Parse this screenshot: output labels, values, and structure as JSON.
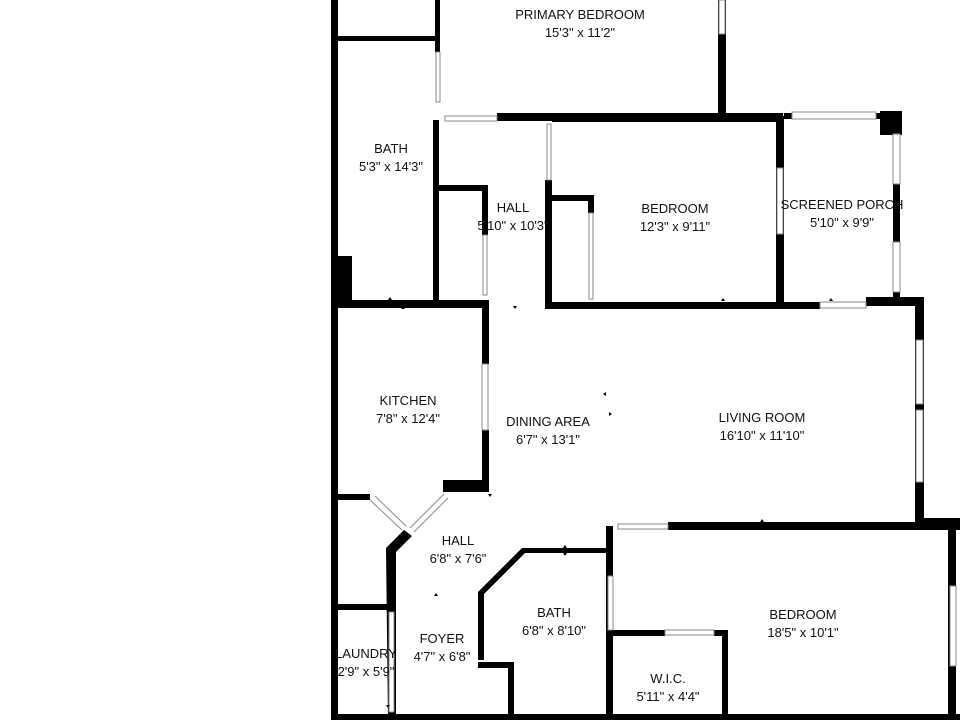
{
  "rooms": {
    "primary_bedroom": {
      "name": "PRIMARY BEDROOM",
      "dims": "15'3\" x 11'2\""
    },
    "bath_1": {
      "name": "BATH",
      "dims": "5'3\" x 14'3\""
    },
    "hall_1": {
      "name": "HALL",
      "dims": "5'10\" x 10'3\""
    },
    "bedroom_1": {
      "name": "BEDROOM",
      "dims": "12'3\" x 9'11\""
    },
    "screened_porch": {
      "name": "SCREENED PORCH",
      "dims": "5'10\" x 9'9\""
    },
    "kitchen": {
      "name": "KITCHEN",
      "dims": "7'8\" x 12'4\""
    },
    "dining_area": {
      "name": "DINING AREA",
      "dims": "6'7\" x 13'1\""
    },
    "living_room": {
      "name": "LIVING ROOM",
      "dims": "16'10\" x 11'10\""
    },
    "hall_2": {
      "name": "HALL",
      "dims": "6'8\" x 7'6\""
    },
    "bath_2": {
      "name": "BATH",
      "dims": "6'8\" x 8'10\""
    },
    "bedroom_2": {
      "name": "BEDROOM",
      "dims": "18'5\" x 10'1\""
    },
    "laundry": {
      "name": "LAUNDRY",
      "dims": "2'9\" x 5'9\""
    },
    "foyer": {
      "name": "FOYER",
      "dims": "4'7\" x 6'8\""
    },
    "wic": {
      "name": "W.I.C.",
      "dims": "5'11\" x 4'4\""
    }
  },
  "colors": {
    "wall": "#000000",
    "window": "#8a8a8a",
    "background": "#ffffff"
  }
}
